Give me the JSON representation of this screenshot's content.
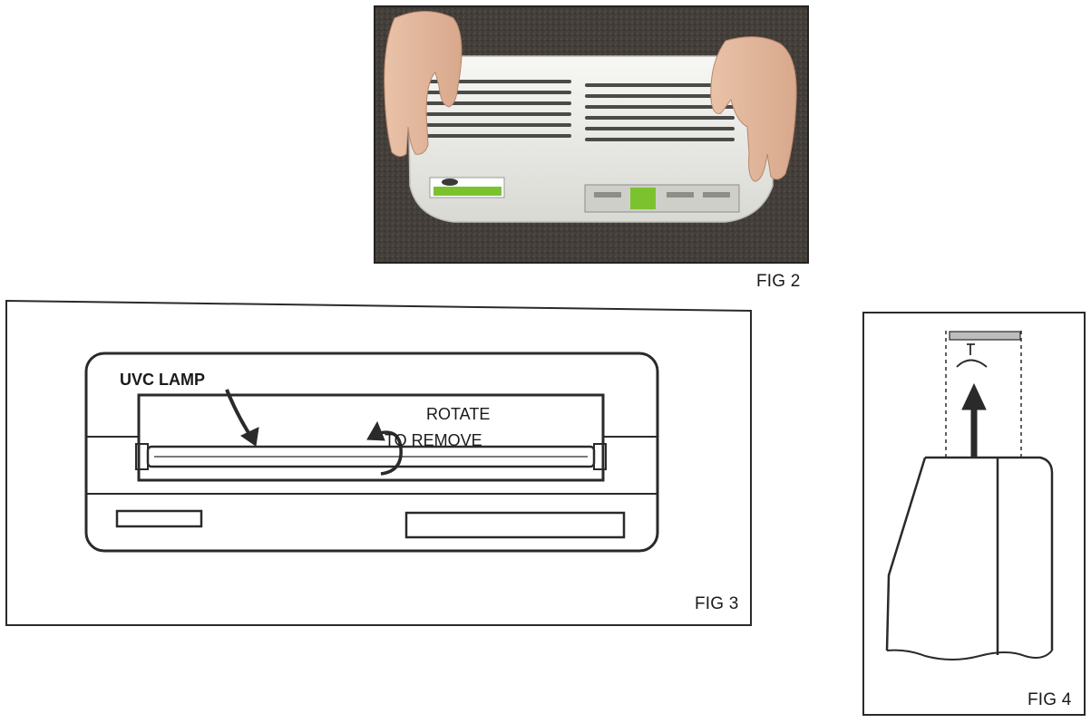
{
  "figures": {
    "fig2": {
      "label": "FIG 2"
    },
    "fig3": {
      "label": "FIG 3",
      "callout_uvc": "UVC LAMP",
      "callout_rotate_line1": "ROTATE",
      "callout_rotate_line2": "TO REMOVE"
    },
    "fig4": {
      "label": "FIG 4"
    }
  },
  "colors": {
    "line": "#2a2a2a",
    "carpet": "#3e3a36",
    "unit_body": "#eeeeea",
    "filter_indicator": "#7cc22e"
  }
}
